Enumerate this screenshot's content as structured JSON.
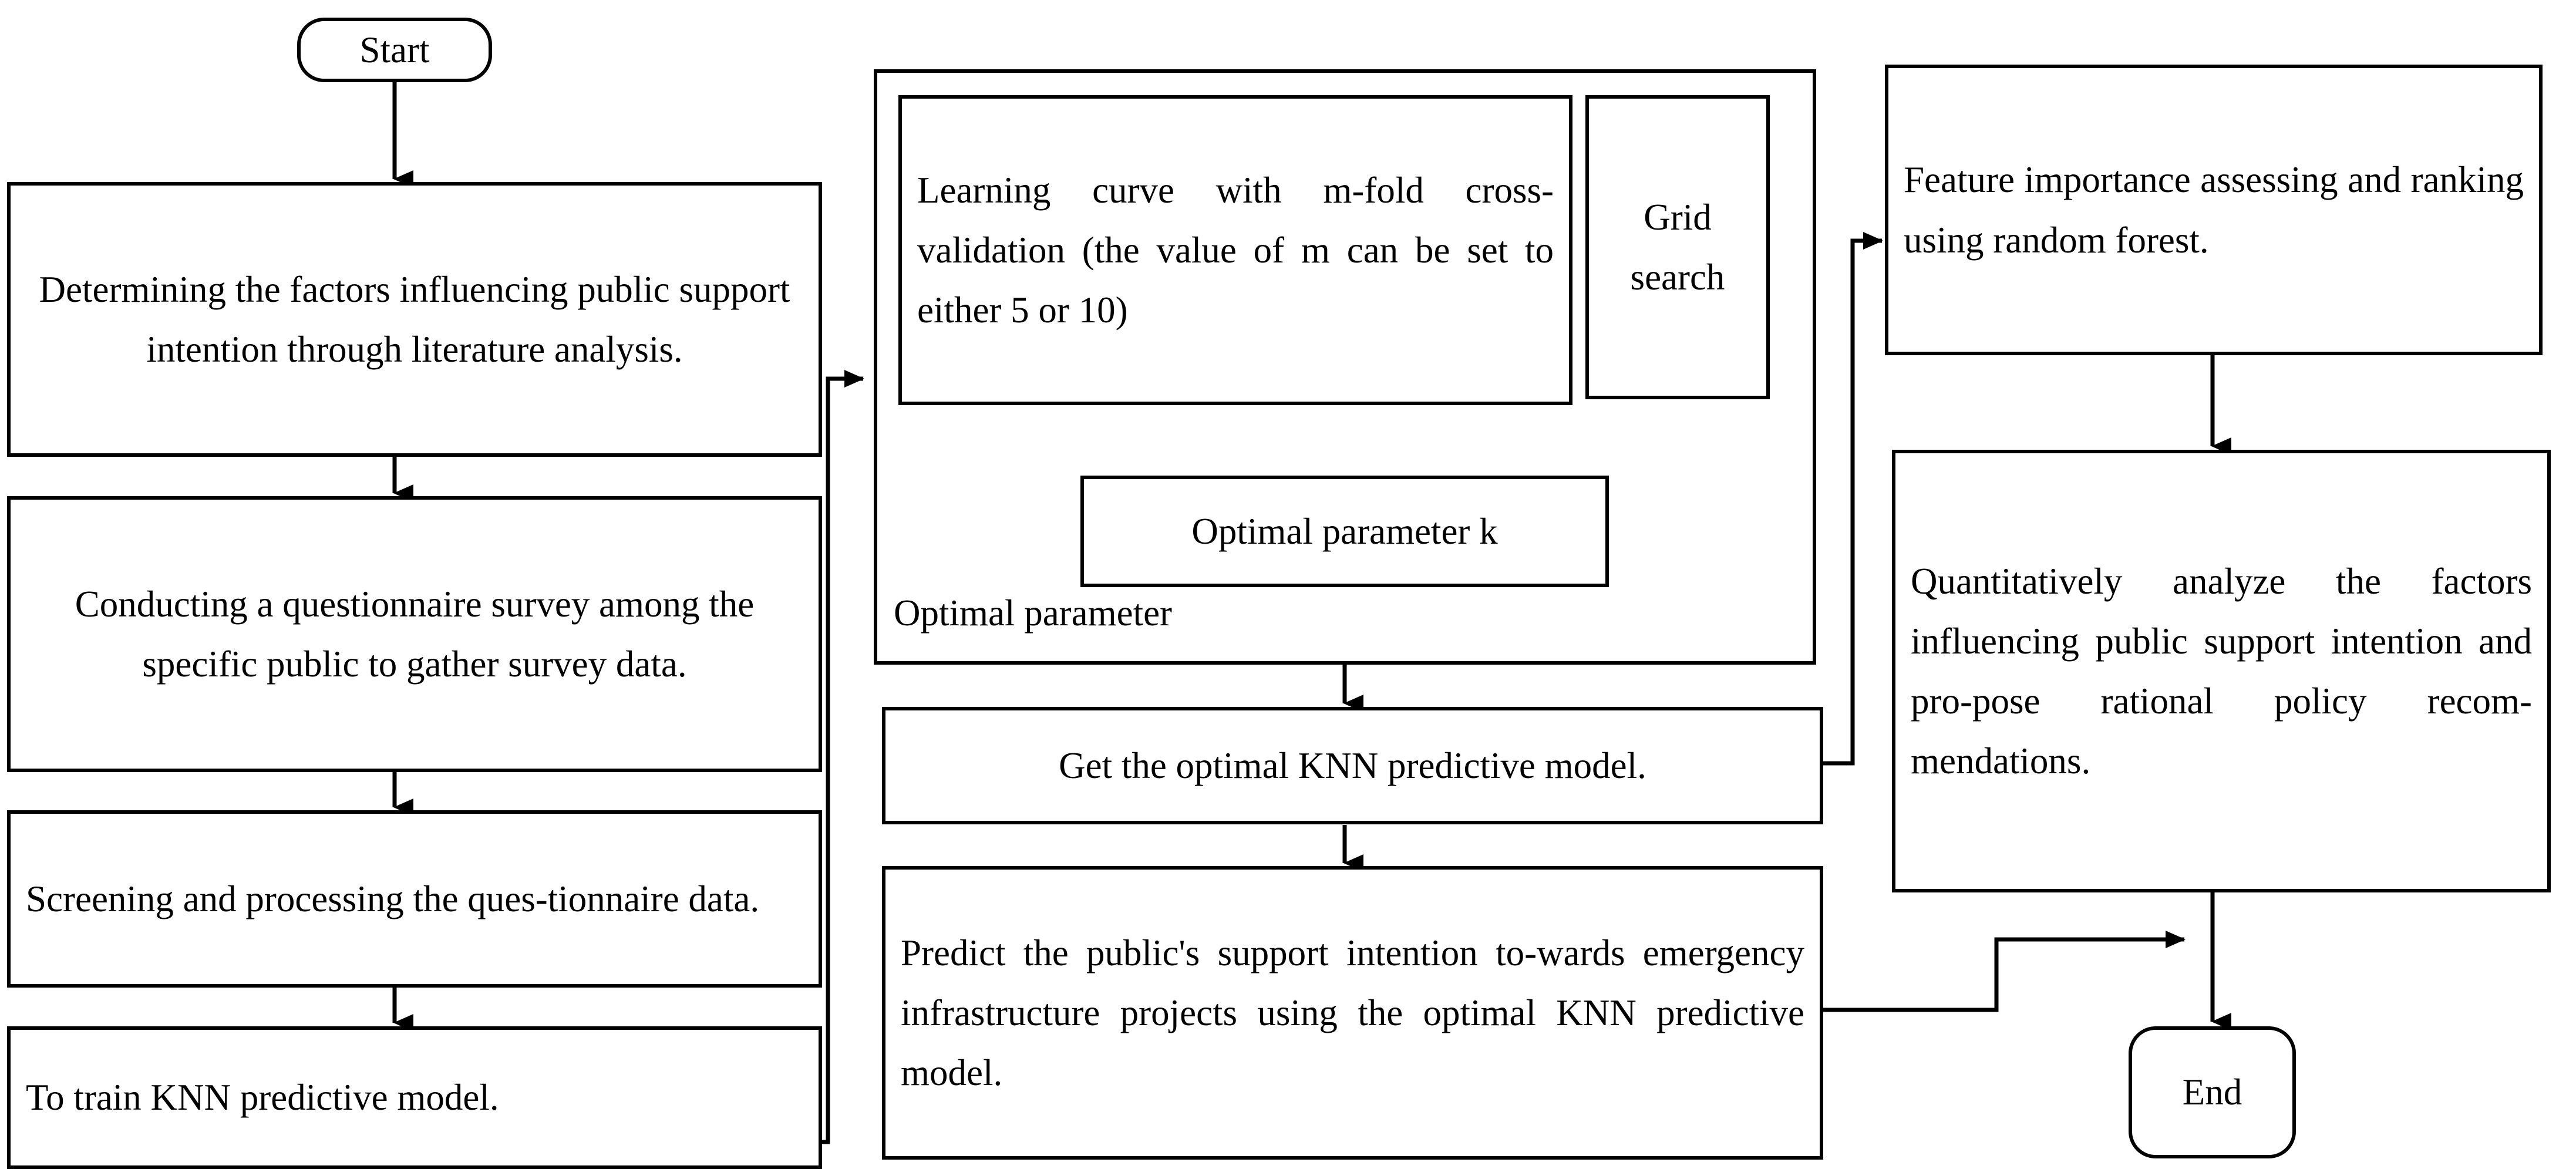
{
  "diagram": {
    "title": "KNN public support intention research flowchart",
    "stroke_color": "#000000",
    "background_color": "#ffffff"
  },
  "nodes": {
    "start": {
      "label": "Start"
    },
    "determine_factors": {
      "label": "Determining the factors influencing public support intention through literature analysis."
    },
    "questionnaire_survey": {
      "label": "Conducting a questionnaire survey among the specific public to gather survey data."
    },
    "screening_processing": {
      "label": "Screening and processing the ques-tionnaire data."
    },
    "train_knn": {
      "label": "To train KNN predictive model."
    },
    "learning_curve": {
      "label": "Learning curve with m-fold cross-validation (the value of m can be set to either 5 or 10)"
    },
    "grid_search": {
      "label": "Grid search"
    },
    "optimal_parameter_k": {
      "label": "Optimal parameter k"
    },
    "optimal_parameter_group": {
      "label": "Optimal parameter"
    },
    "get_optimal_model": {
      "label": "Get the optimal KNN predictive model."
    },
    "predict_support": {
      "label": "Predict the public's support intention to-wards emergency infrastructure projects using the optimal KNN predictive model."
    },
    "feature_importance": {
      "label": "Feature importance assessing and ranking using random forest."
    },
    "quantitative_analysis": {
      "label": "Quantitatively analyze the factors influencing public support intention and pro-pose rational policy recom-mendations."
    },
    "end": {
      "label": "End"
    }
  },
  "edges": [
    {
      "from": "start",
      "to": "determine_factors",
      "kind": "vertical-arrow"
    },
    {
      "from": "determine_factors",
      "to": "questionnaire_survey",
      "kind": "vertical-arrow"
    },
    {
      "from": "questionnaire_survey",
      "to": "screening_processing",
      "kind": "vertical-arrow"
    },
    {
      "from": "screening_processing",
      "to": "train_knn",
      "kind": "vertical-arrow"
    },
    {
      "from": "train_knn",
      "to": "optimal_parameter_group",
      "kind": "elbow-right-up-arrow"
    },
    {
      "from": "learning_curve",
      "to": "optimal_parameter_k",
      "kind": "merge-down-arrow"
    },
    {
      "from": "grid_search",
      "to": "optimal_parameter_k",
      "kind": "merge-down-arrow"
    },
    {
      "from": "optimal_parameter_group",
      "to": "get_optimal_model",
      "kind": "vertical-arrow"
    },
    {
      "from": "get_optimal_model",
      "to": "predict_support",
      "kind": "vertical-arrow"
    },
    {
      "from": "get_optimal_model",
      "to": "feature_importance",
      "kind": "elbow-right-up-arrow"
    },
    {
      "from": "feature_importance",
      "to": "quantitative_analysis",
      "kind": "vertical-arrow"
    },
    {
      "from": "predict_support",
      "to": "end",
      "kind": "elbow-right-arrow"
    },
    {
      "from": "quantitative_analysis",
      "to": "end",
      "kind": "vertical-arrow"
    }
  ]
}
